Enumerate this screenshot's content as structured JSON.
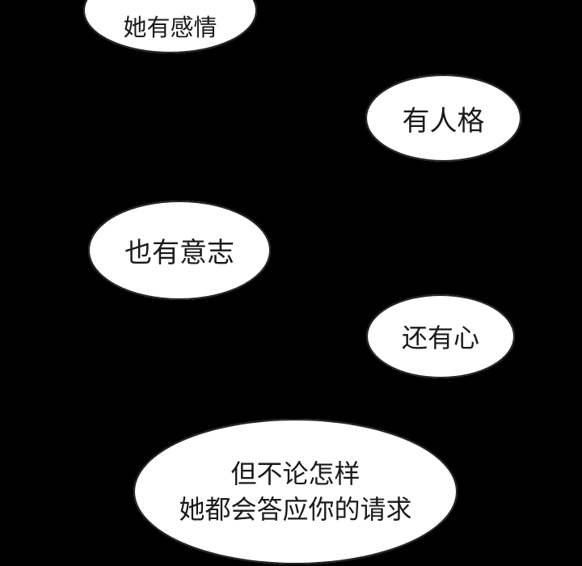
{
  "bubbles": [
    {
      "lines": [
        "她有感情"
      ]
    },
    {
      "lines": [
        "有人格"
      ]
    },
    {
      "lines": [
        "也有意志"
      ]
    },
    {
      "lines": [
        "还有心"
      ]
    },
    {
      "lines": [
        "但不论怎样",
        "她都会答应你的请求"
      ]
    }
  ],
  "colors": {
    "background": "#000000",
    "bubble": "#ffffff",
    "text": "#1a1a1a"
  }
}
